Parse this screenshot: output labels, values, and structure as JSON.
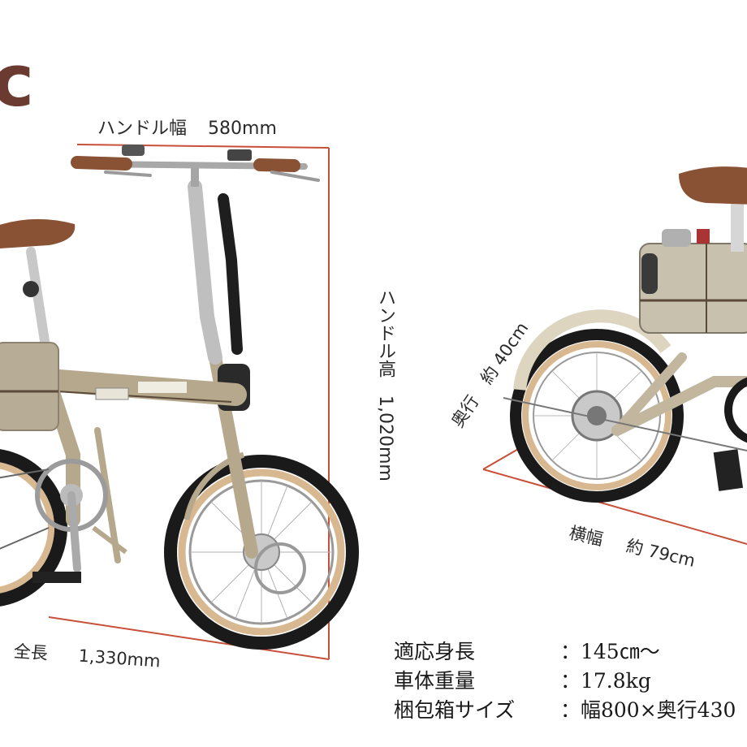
{
  "brand_fragment": "c",
  "dimensions": {
    "handle_width": {
      "label": "ハンドル幅",
      "value": "580mm"
    },
    "handle_height": {
      "label": "ハンドル高",
      "value": "1,020mm"
    },
    "total_length": {
      "label": "全長",
      "value": "1,330mm"
    },
    "folded_depth": {
      "label": "奥行",
      "value": "約 40cm"
    },
    "folded_width": {
      "label": "横幅",
      "value": "約 79cm"
    }
  },
  "specs": [
    {
      "key": "適応身長",
      "value": "：145㎝～"
    },
    {
      "key": "車体重量",
      "value": "：17.8kg"
    },
    {
      "key": "梱包箱サイズ",
      "value": "：幅800×奥行430"
    }
  ],
  "colors": {
    "dimension_line": "#c8503a",
    "frame": "#b5a88d",
    "saddle": "#8a5234",
    "tire_wall": "#d8b891"
  }
}
